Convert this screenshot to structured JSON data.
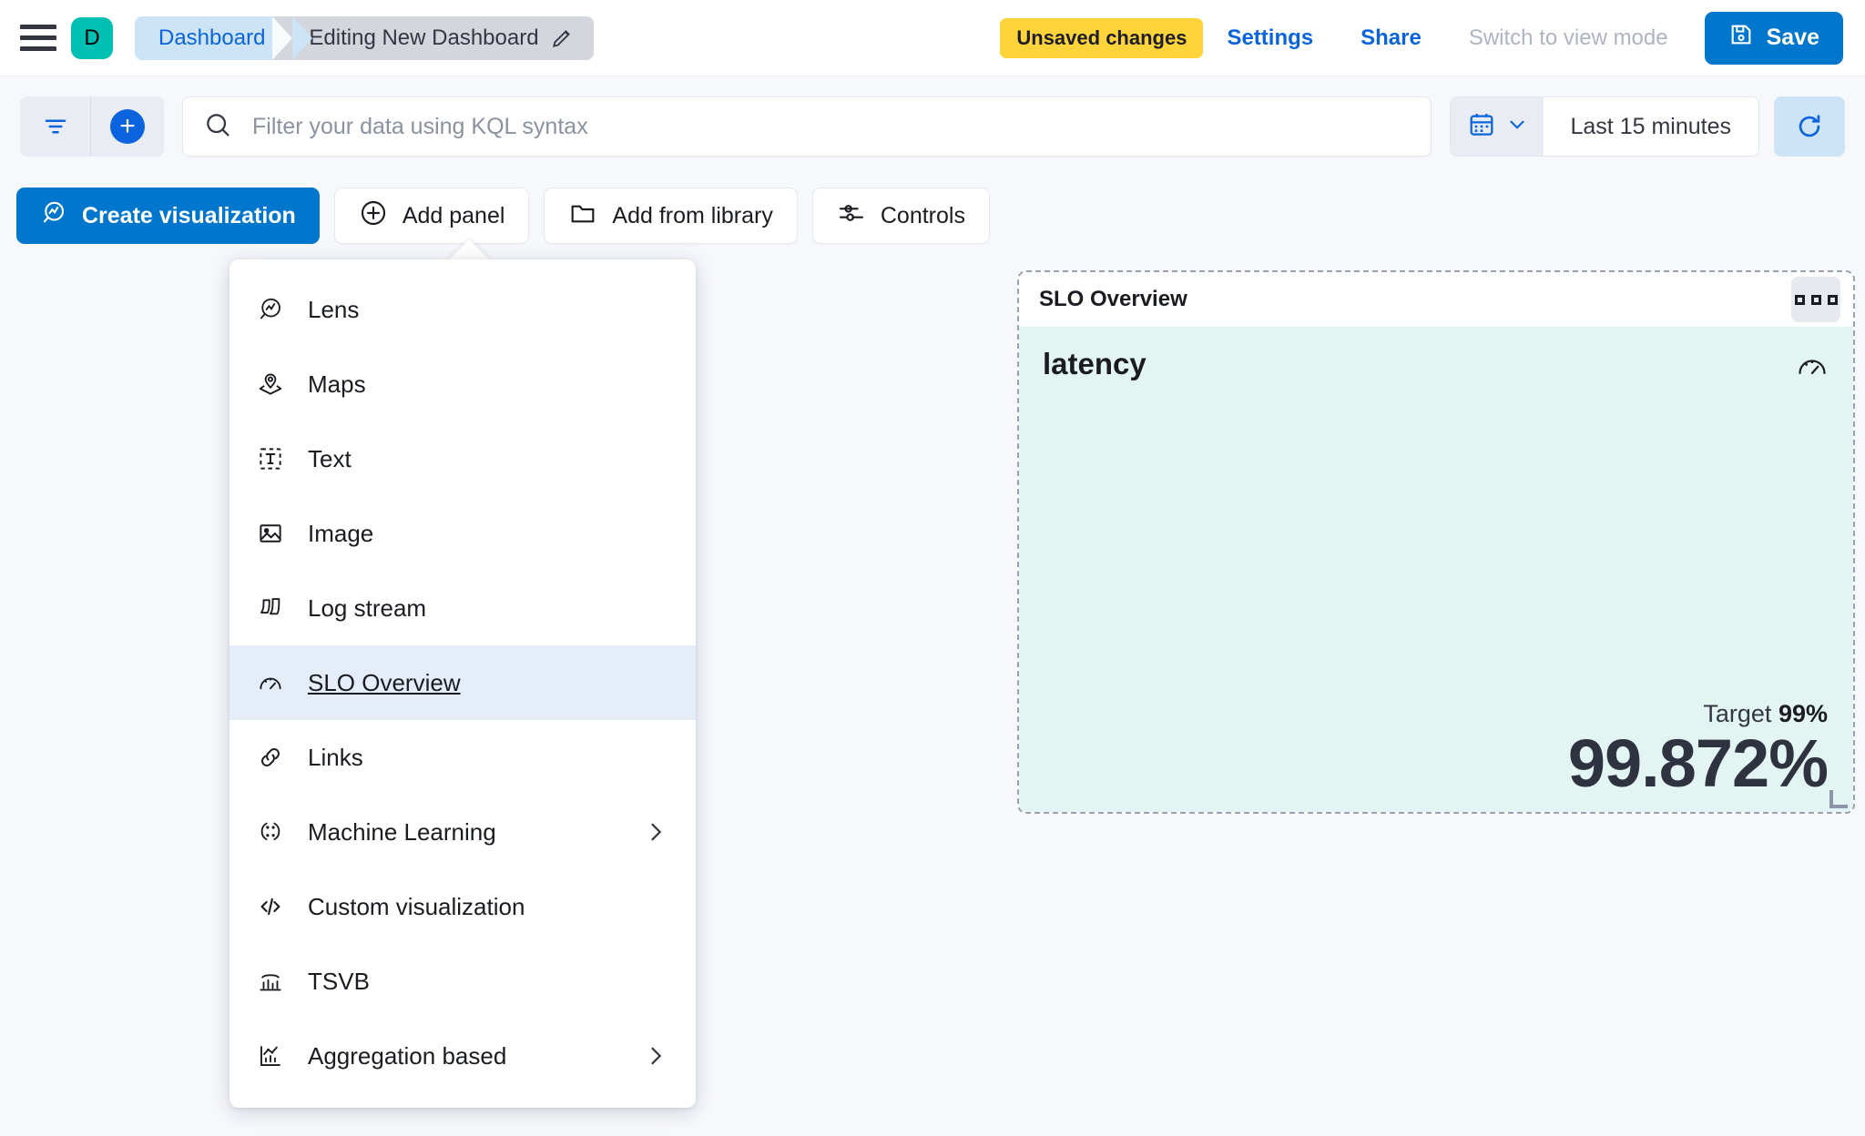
{
  "header": {
    "menu_icon": "hamburger-icon",
    "avatar_letter": "D",
    "breadcrumb_root": "Dashboard",
    "breadcrumb_current": "Editing New Dashboard",
    "edit_icon": "pencil-icon",
    "unsaved_badge": "Unsaved changes",
    "settings_label": "Settings",
    "share_label": "Share",
    "view_mode_label": "Switch to view mode",
    "save_label": "Save",
    "save_icon": "save-disk-icon",
    "accent_blue": "#0077CC",
    "link_blue": "#0B64DD",
    "badge_yellow": "#FFD43B",
    "avatar_teal": "#00BFB3"
  },
  "query_bar": {
    "filter_icon": "filter-icon",
    "add_filter_icon": "plus-circle-icon",
    "search_icon": "search-icon",
    "search_placeholder": "Filter your data using KQL syntax",
    "search_value": "",
    "calendar_icon": "calendar-icon",
    "calendar_chevron": "chevron-down-icon",
    "time_range": "Last 15 minutes",
    "refresh_icon": "refresh-icon"
  },
  "toolbar": {
    "buttons": [
      {
        "label": "Create visualization",
        "icon": "lens-icon",
        "style": "primary"
      },
      {
        "label": "Add panel",
        "icon": "plus-circle-outline-icon",
        "style": "ghost"
      },
      {
        "label": "Add from library",
        "icon": "folder-icon",
        "style": "ghost"
      },
      {
        "label": "Controls",
        "icon": "sliders-icon",
        "style": "ghost"
      }
    ]
  },
  "add_panel_menu": {
    "items": [
      {
        "label": "Lens",
        "icon": "lens-icon",
        "submenu": false,
        "selected": false
      },
      {
        "label": "Maps",
        "icon": "map-pin-layers-icon",
        "submenu": false,
        "selected": false
      },
      {
        "label": "Text",
        "icon": "text-box-icon",
        "submenu": false,
        "selected": false
      },
      {
        "label": "Image",
        "icon": "image-icon",
        "submenu": false,
        "selected": false
      },
      {
        "label": "Log stream",
        "icon": "log-stream-icon",
        "submenu": false,
        "selected": false
      },
      {
        "label": "SLO Overview",
        "icon": "gauge-icon",
        "submenu": false,
        "selected": true
      },
      {
        "label": "Links",
        "icon": "link-icon",
        "submenu": false,
        "selected": false
      },
      {
        "label": "Machine Learning",
        "icon": "machine-learning-icon",
        "submenu": true,
        "selected": false
      },
      {
        "label": "Custom visualization",
        "icon": "code-icon",
        "submenu": false,
        "selected": false
      },
      {
        "label": "TSVB",
        "icon": "tsvb-chart-icon",
        "submenu": false,
        "selected": false
      },
      {
        "label": "Aggregation based",
        "icon": "aggregation-chart-icon",
        "submenu": true,
        "selected": false
      }
    ]
  },
  "slo_panel": {
    "title": "SLO Overview",
    "context_menu_icon": "panel-context-menu-icon",
    "slo_name": "latency",
    "gauge_icon": "gauge-icon",
    "target_prefix": "Target",
    "target_value": "99%",
    "current_value": "99.872%",
    "background_color": "#E3F5F2"
  }
}
